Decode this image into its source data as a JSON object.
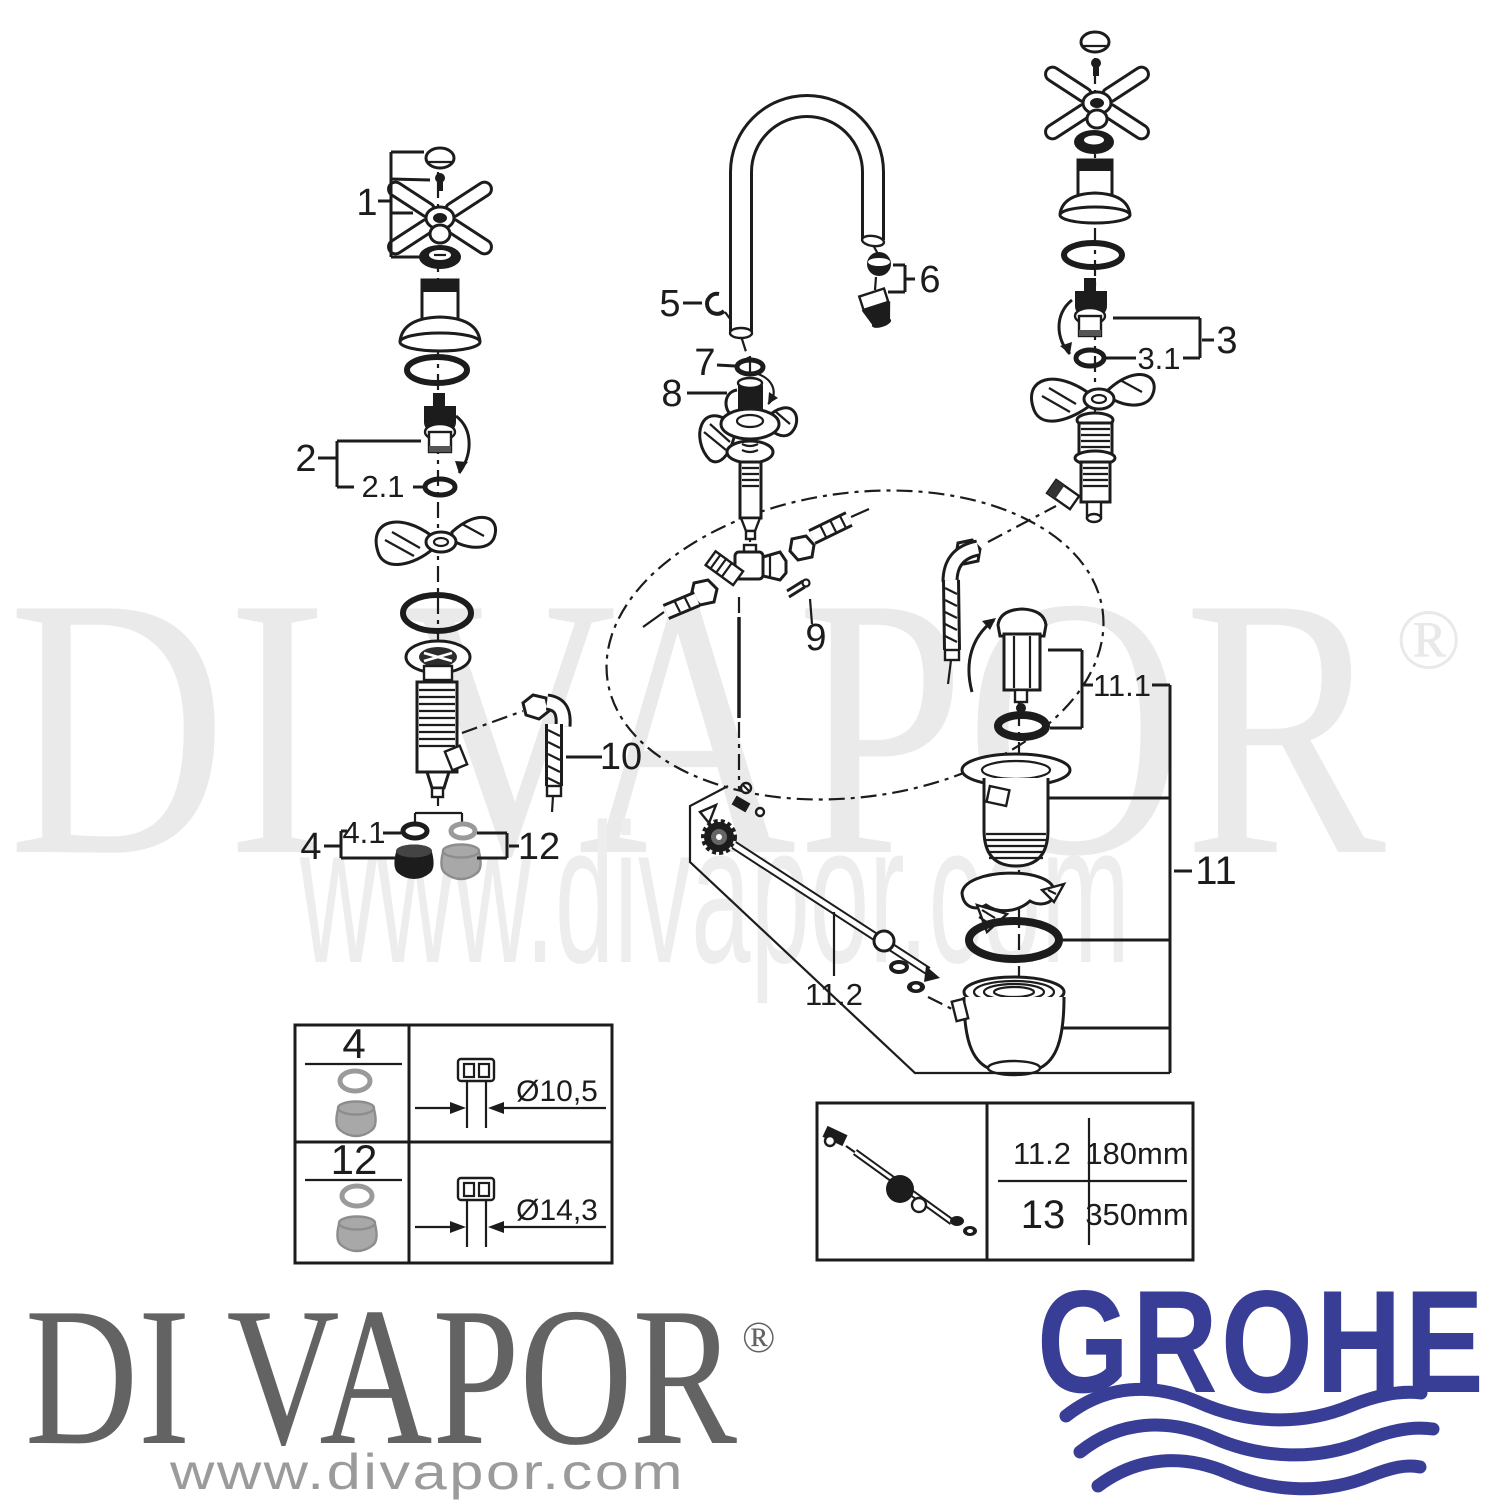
{
  "colors": {
    "line": "#1c1c1c",
    "muted_gray_part": "#a8a8a8",
    "grohe_blue": "#383d96",
    "watermark_gray": "#eaeaea",
    "footer_brand_gray": "#636363",
    "footer_url_gray": "#9b9b9b"
  },
  "watermark": {
    "brand": "DI VAPOR",
    "registered": "®",
    "website": "www.divapor.com"
  },
  "callouts": {
    "n1": "1",
    "n2": "2",
    "n2_1": "2.1",
    "n3": "3",
    "n3_1": "3.1",
    "n4": "4",
    "n4_1": "4.1",
    "n5": "5",
    "n6": "6",
    "n7": "7",
    "n8": "8",
    "n9": "9",
    "n10": "10",
    "n11": "11",
    "n11_1": "11.1",
    "n11_2": "11.2",
    "n12": "12"
  },
  "left_table": {
    "row1": {
      "part": "4",
      "dimension": "Ø10,5"
    },
    "row2": {
      "part": "12",
      "dimension": "Ø14,3"
    }
  },
  "right_table": {
    "row1": {
      "part": "11.2",
      "length": "180mm"
    },
    "row2": {
      "part": "13",
      "length": "350mm"
    }
  },
  "footer": {
    "brand": "DI VAPOR",
    "registered": "®",
    "website": "www.divapor.com"
  },
  "grohe": {
    "wordmark": "GROHE"
  }
}
